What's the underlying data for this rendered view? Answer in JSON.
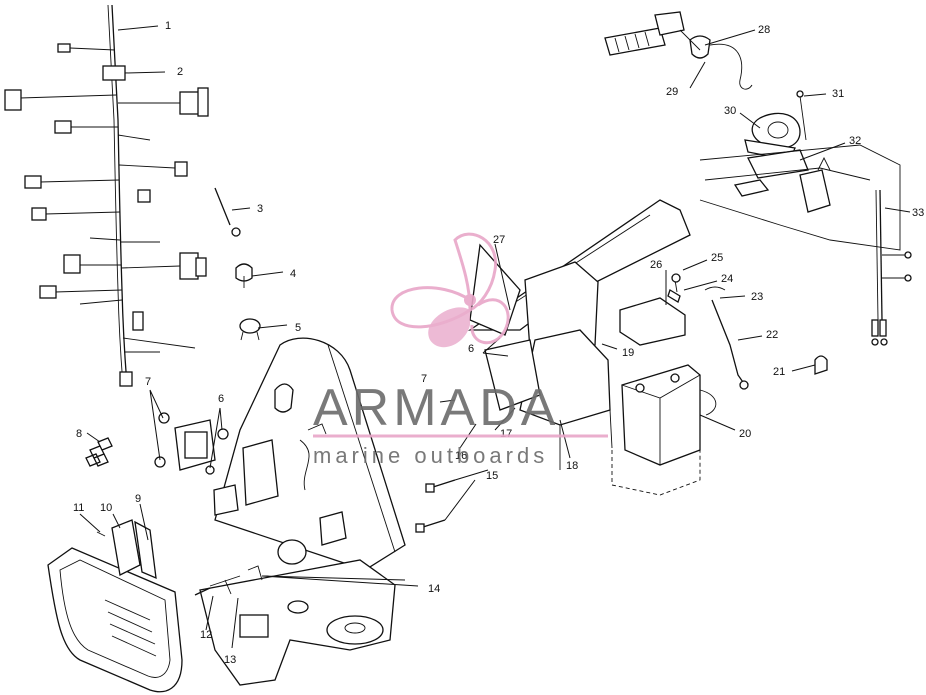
{
  "callouts": [
    "1",
    "2",
    "3",
    "4",
    "5",
    "6",
    "7",
    "8",
    "9",
    "10",
    "11",
    "12",
    "13",
    "14",
    "15",
    "16",
    "17",
    "18",
    "19",
    "20",
    "21",
    "22",
    "23",
    "24",
    "25",
    "26",
    "27",
    "28",
    "29",
    "30",
    "31",
    "32",
    "33"
  ],
  "watermark": {
    "brand": "ARMADA",
    "tagline": "marine outboards",
    "accent": "#e8a6c8",
    "text_color": "#6b6b6b"
  }
}
